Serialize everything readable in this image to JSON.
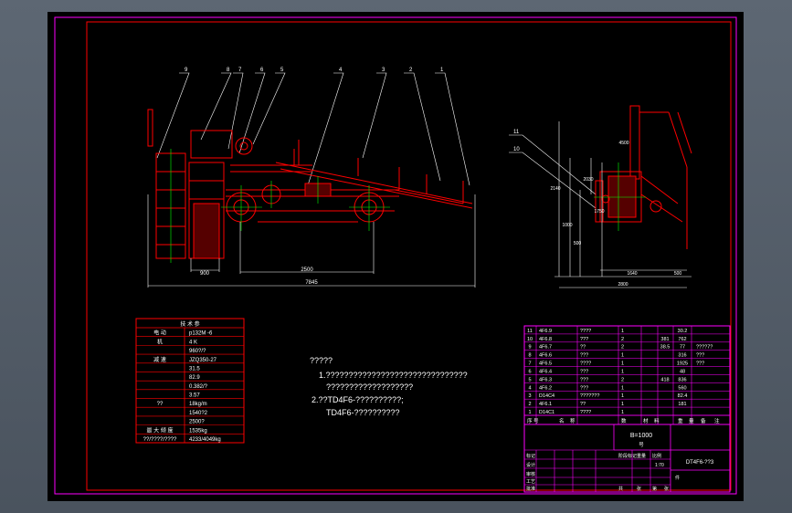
{
  "colors": {
    "frame": "#ff00ff",
    "inner_frame": "#ff0000",
    "machine": "#ff0000",
    "dimension": "#ffffff",
    "centerline": "#00ff00",
    "text": "#ffffff",
    "background": "#000000"
  },
  "side_view": {
    "part_numbers": [
      "9",
      "8",
      "7",
      "6",
      "5",
      "4",
      "3",
      "2",
      "1"
    ],
    "dims": {
      "left": "900",
      "wheelbase": "2500",
      "overall": "7845"
    }
  },
  "end_view": {
    "part_numbers": [
      "11",
      "10"
    ],
    "dims": {
      "height_total": "2140",
      "height_mid": "1000",
      "height_low": "500",
      "vert_a": "2030",
      "vert_b": "1750",
      "vert_c": "4500",
      "bottom_a": "1640",
      "bottom_b": "500",
      "bottom_total": "2800"
    }
  },
  "spec_table": {
    "title": "技  术  参",
    "rows": [
      {
        "label": "电 动",
        "value": "p132M -6"
      },
      {
        "label": "机",
        "value": "4 K"
      },
      {
        "label": "",
        "value": "960?/?"
      },
      {
        "label": "减 速",
        "value": "JZQ350-27"
      },
      {
        "label": "",
        "value": "31.5"
      },
      {
        "label": "",
        "value": "82.9"
      },
      {
        "label": "",
        "value": "0.382/?"
      },
      {
        "label": "",
        "value": "3.57"
      },
      {
        "label": "??",
        "value": "18kg/m"
      },
      {
        "label": "",
        "value": "1540?2"
      },
      {
        "label": "",
        "value": "2500?"
      },
      {
        "label": "最 大 倾 度",
        "value": "1535kg"
      },
      {
        "label": "??/????/????",
        "value": "4233/4049kg"
      }
    ]
  },
  "notes": {
    "heading": "?????",
    "lines": [
      "1.???????????????????????????????",
      "???????????????????",
      "2.??TD4F6-??????????;",
      "TD4F6-??????????"
    ]
  },
  "parts_list": {
    "rows": [
      {
        "no": "11",
        "code": "4F6.9",
        "name": "????",
        "qty": "1",
        "w1": "",
        "w2": "30.2",
        "note": ""
      },
      {
        "no": "10",
        "code": "4F6.8",
        "name": "???",
        "qty": "2",
        "w1": "381",
        "w2": "762",
        "note": ""
      },
      {
        "no": "9",
        "code": "4F6.7",
        "name": "??",
        "qty": "2",
        "w1": "38.5",
        "w2": "77",
        "note": "????7?"
      },
      {
        "no": "8",
        "code": "4F6.6",
        "name": "???",
        "qty": "1",
        "w1": "",
        "w2": "316",
        "note": "???"
      },
      {
        "no": "7",
        "code": "4F6.5",
        "name": "????",
        "qty": "1",
        "w1": "",
        "w2": "1925",
        "note": "???"
      },
      {
        "no": "6",
        "code": "4F6.4",
        "name": "???",
        "qty": "1",
        "w1": "",
        "w2": "48",
        "note": ""
      },
      {
        "no": "5",
        "code": "4F6.3",
        "name": "???",
        "qty": "2",
        "w1": "418",
        "w2": "836",
        "note": ""
      },
      {
        "no": "4",
        "code": "4F6.2",
        "name": "???",
        "qty": "1",
        "w1": "",
        "w2": "560",
        "note": ""
      },
      {
        "no": "3",
        "code": "D14C4",
        "name": "???????",
        "qty": "1",
        "w1": "",
        "w2": "82.4",
        "note": ""
      },
      {
        "no": "2",
        "code": "4F6.1",
        "name": "??",
        "qty": "1",
        "w1": "",
        "w2": "181",
        "note": ""
      },
      {
        "no": "1",
        "code": "D14C1",
        "name": "????",
        "qty": "1",
        "w1": "",
        "w2": "",
        "note": ""
      }
    ],
    "header": [
      "序",
      "号",
      "名",
      "称",
      "数",
      "材",
      "料",
      "重",
      "量",
      "备",
      "注"
    ],
    "title_block": {
      "scale": "B=1000",
      "subtitle": "号",
      "drawing_no": "DT4F6-??3",
      "cells": [
        "标记",
        "设计",
        "审核",
        "工艺",
        "批准",
        "件",
        "阶段标记",
        "重量",
        "比例",
        "1:70",
        "共",
        "张",
        "第",
        "张"
      ]
    }
  }
}
